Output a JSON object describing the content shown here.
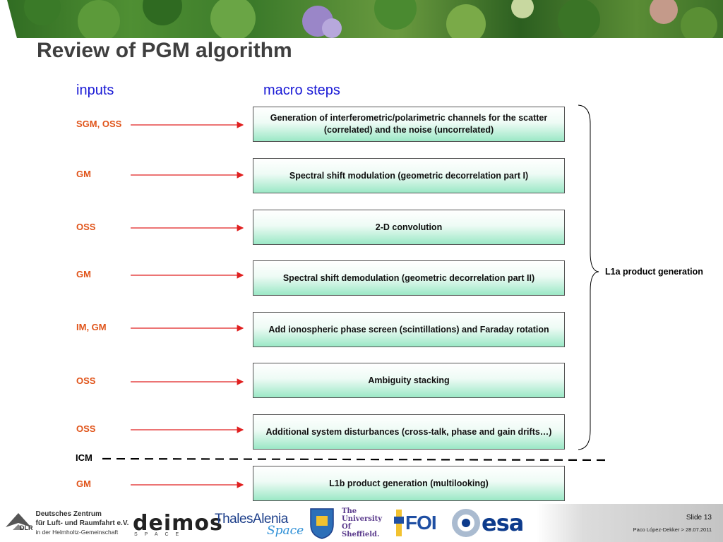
{
  "title": "Review of PGM algorithm",
  "columns": {
    "inputs": "inputs",
    "macro_steps": "macro steps"
  },
  "inputs": [
    {
      "label": "SGM, OSS"
    },
    {
      "label": "GM"
    },
    {
      "label": "OSS"
    },
    {
      "label": "GM"
    },
    {
      "label": "IM, GM"
    },
    {
      "label": "OSS"
    },
    {
      "label": "OSS"
    },
    {
      "label": "GM"
    }
  ],
  "steps": [
    {
      "text": "Generation of interferometric/polarimetric channels for the scatter (correlated) and the noise (uncorrelated)"
    },
    {
      "text": "Spectral shift modulation (geometric decorrelation part I)"
    },
    {
      "text": "2-D convolution"
    },
    {
      "text": "Spectral shift demodulation (geometric decorrelation part II)"
    },
    {
      "text": "Add ionospheric phase screen (scintillations) and Faraday rotation"
    },
    {
      "text": "Ambiguity stacking"
    },
    {
      "text": "Additional system disturbances (cross-talk, phase and gain drifts…)"
    },
    {
      "text": "L1b product generation (multilooking)"
    }
  ],
  "icm_label": "ICM",
  "brace_label": "L1a product generation",
  "colors": {
    "input_label": "#e0541a",
    "arrow": "#e02020",
    "column_head": "#1a1ad6",
    "step_fill_bottom": "#9be8c6"
  },
  "footer": {
    "dlr": {
      "abbrev": "DLR",
      "line1": "Deutsches Zentrum",
      "line2": "für Luft- und Raumfahrt e.V.",
      "line3": "in der Helmholtz-Gemeinschaft"
    },
    "deimos": {
      "name": "deimos",
      "sub": "SPACE"
    },
    "thales": {
      "name": "ThalesAlenia",
      "sub": "Space"
    },
    "sheffield": {
      "line1": "The",
      "line2": "University",
      "line3": "Of",
      "line4": "Sheffield."
    },
    "foi": "FOI",
    "esa": "esa",
    "slide": "Slide 13",
    "author": "Paco López-Dekker > 28.07.2011"
  }
}
